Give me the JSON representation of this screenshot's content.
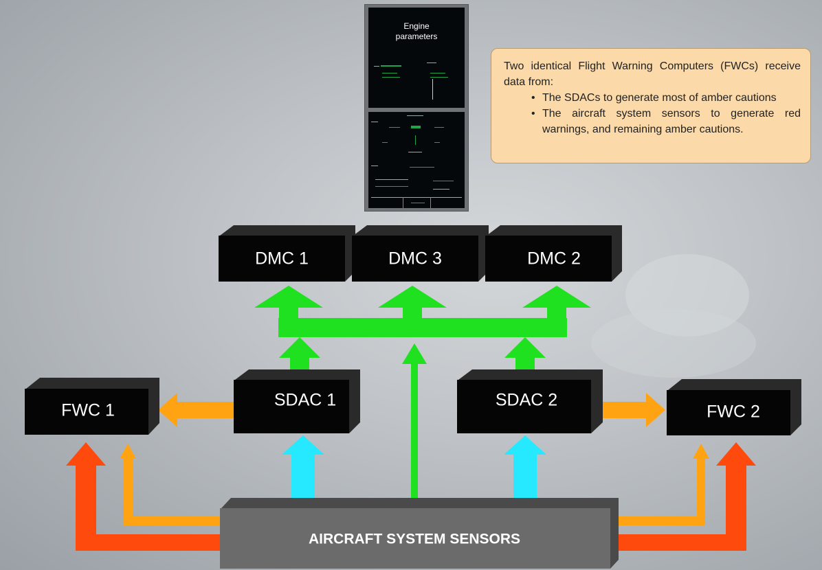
{
  "screen": {
    "title": "Engine\nparameters"
  },
  "note": {
    "intro": "Two identical Flight Warning Computers (FWCs) receive data from:",
    "bullets": [
      "The SDACs  to generate most of amber cautions",
      "The aircraft system sensors to generate red warnings, and remaining amber cautions."
    ]
  },
  "boxes": {
    "dmc1": "DMC 1",
    "dmc3": "DMC 3",
    "dmc2": "DMC 2",
    "sdac1": "SDAC 1",
    "sdac2": "SDAC 2",
    "fwc1": "FWC 1",
    "fwc2": "FWC 2",
    "sensors": "AIRCRAFT SYSTEM SENSORS"
  },
  "colors": {
    "green": "#1fe11f",
    "orange": "#ffa313",
    "red": "#ff4a0d",
    "cyan": "#26e8ff",
    "box": "#050505",
    "sensors": "#6b6b6b"
  }
}
